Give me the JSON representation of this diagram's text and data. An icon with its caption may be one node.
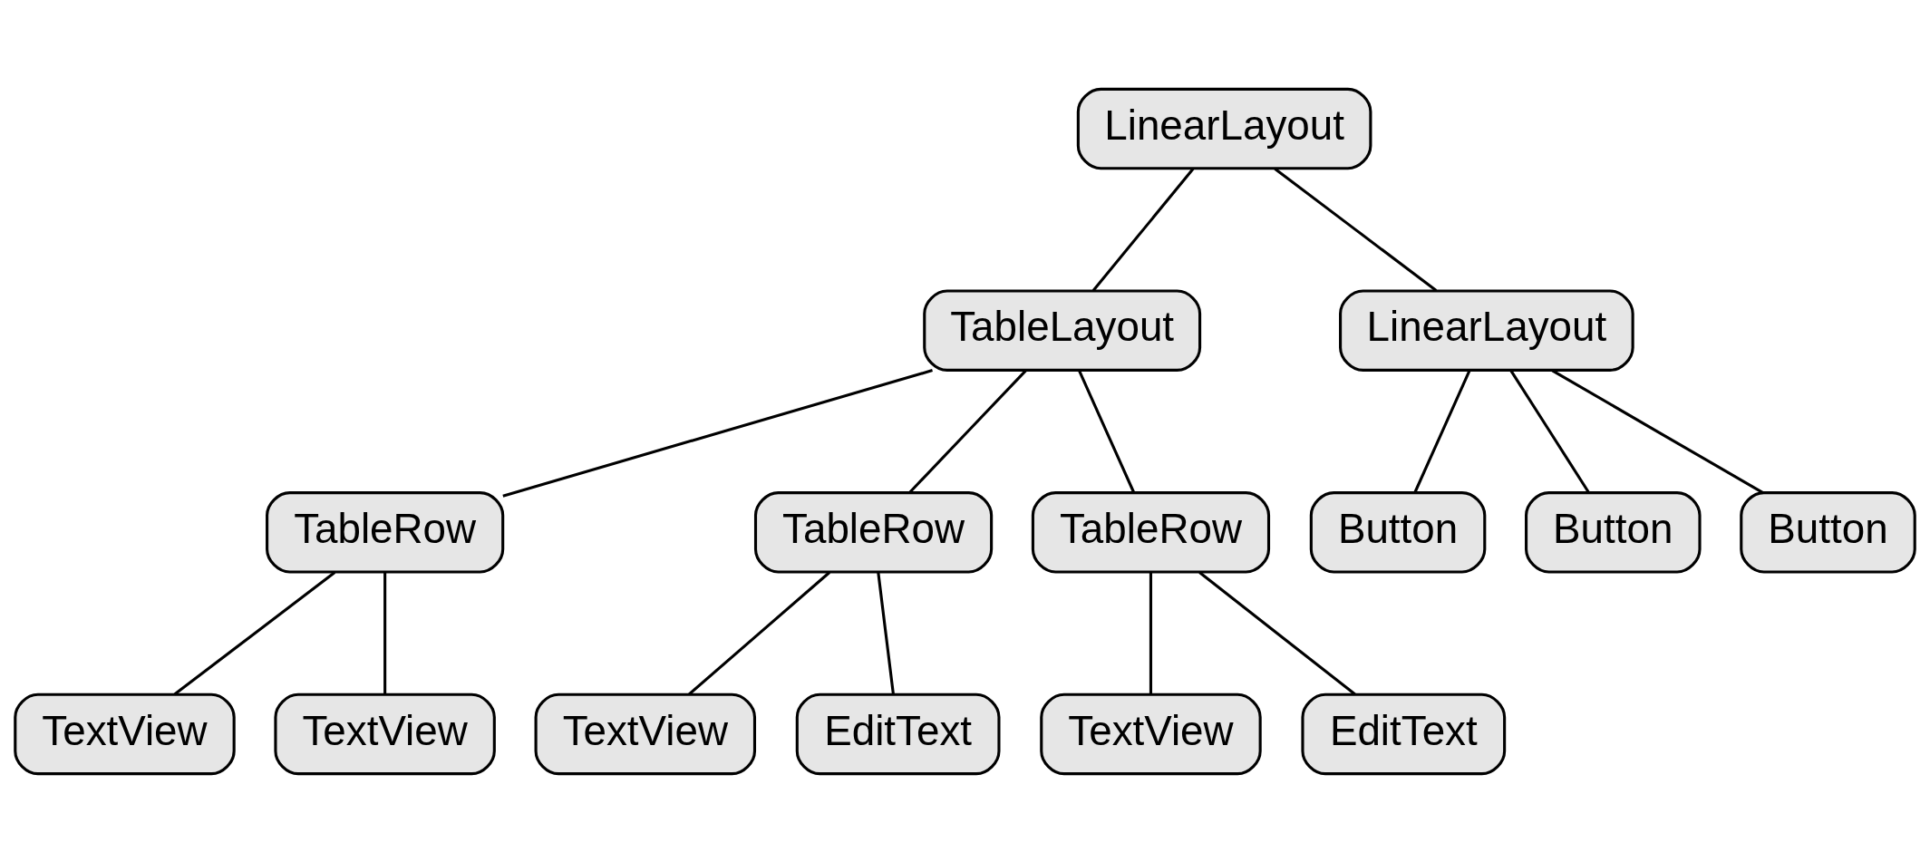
{
  "diagram": {
    "nodes": [
      {
        "text": [
          "LinearLayout"
        ]
      },
      {
        "text": [
          "TableLayout"
        ]
      },
      {
        "text": [
          "LinearLayout"
        ]
      },
      {
        "text": [
          "TableRow"
        ]
      },
      {
        "text": [
          "TableRow"
        ]
      },
      {
        "text": [
          "TableRow"
        ]
      },
      {
        "text": [
          "Button"
        ]
      },
      {
        "text": [
          "Button"
        ]
      },
      {
        "text": [
          "Button"
        ]
      },
      {
        "text": [
          "TextView"
        ]
      },
      {
        "text": [
          "TextView"
        ]
      },
      {
        "text": [
          "TextView"
        ]
      },
      {
        "text": [
          "EditText"
        ]
      },
      {
        "text": [
          "TextView"
        ]
      },
      {
        "text": [
          "EditText"
        ]
      }
    ],
    "edges": [
      {
        "from": 0,
        "to": 1,
        "arrow": "none"
      },
      {
        "from": 0,
        "to": 2,
        "arrow": "none"
      },
      {
        "from": 1,
        "to": 3,
        "arrow": "none"
      },
      {
        "from": 1,
        "to": 4,
        "arrow": "none"
      },
      {
        "from": 1,
        "to": 5,
        "arrow": "none"
      },
      {
        "from": 2,
        "to": 6,
        "arrow": "none"
      },
      {
        "from": 2,
        "to": 7,
        "arrow": "none"
      },
      {
        "from": 2,
        "to": 8,
        "arrow": "none"
      },
      {
        "from": 3,
        "to": 9,
        "arrow": "none"
      },
      {
        "from": 3,
        "to": 10,
        "arrow": "none"
      },
      {
        "from": 4,
        "to": 11,
        "arrow": "none"
      },
      {
        "from": 4,
        "to": 12,
        "arrow": "none"
      },
      {
        "from": 5,
        "to": 13,
        "arrow": "none"
      },
      {
        "from": 5,
        "to": 14,
        "arrow": "none"
      }
    ]
  }
}
